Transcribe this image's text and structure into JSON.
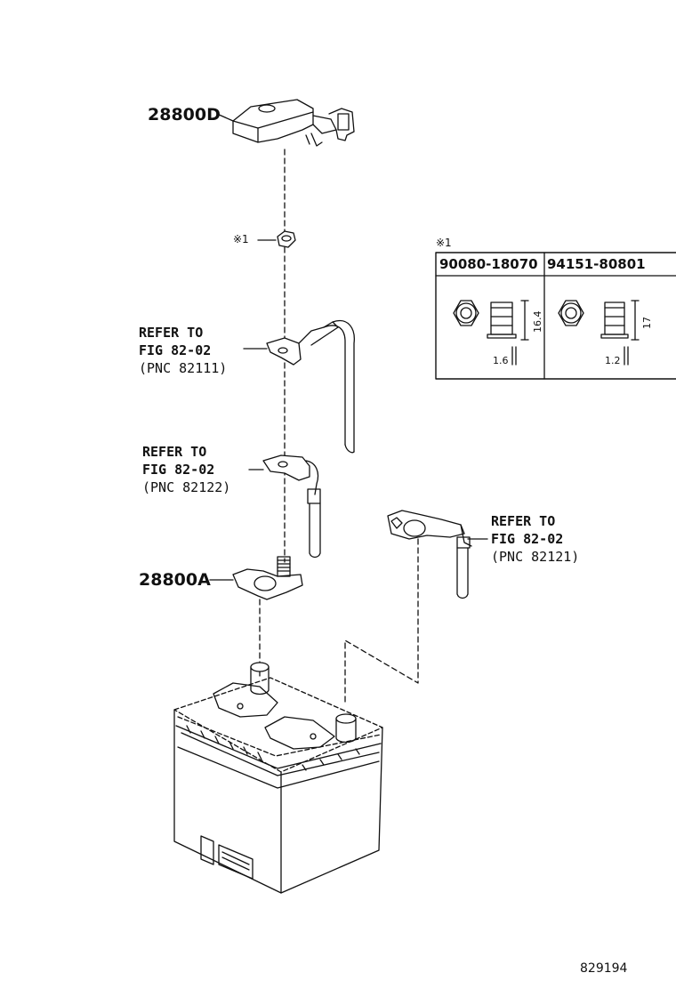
{
  "parts": {
    "cover": {
      "number": "28800D"
    },
    "terminal_clamp": {
      "number": "28800A"
    },
    "nut_callout": {
      "mark": "※1"
    }
  },
  "references": [
    {
      "line1": "REFER TO",
      "line2": "FIG 82-02",
      "line3": "(PNC 82111)"
    },
    {
      "line1": "REFER TO",
      "line2": "FIG 82-02",
      "line3": "(PNC 82122)"
    },
    {
      "line1": "REFER TO",
      "line2": "FIG 82-02",
      "line3": "(PNC 82121)"
    }
  ],
  "nut_table": {
    "mark": "※1",
    "columns": [
      {
        "part_number": "90080-18070",
        "height": "16.4",
        "flange": "1.6"
      },
      {
        "part_number": "94151-80801",
        "height": "17",
        "flange": "1.2"
      }
    ]
  },
  "figure_number": "829194",
  "colors": {
    "ink": "#111111",
    "background": "#ffffff"
  }
}
